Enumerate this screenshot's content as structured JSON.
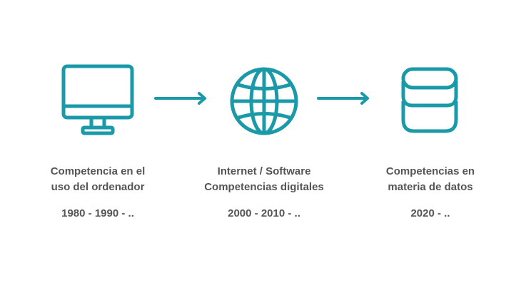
{
  "colors": {
    "accent": "#1a9aa8",
    "text": "#555555",
    "background": "#ffffff"
  },
  "stages": [
    {
      "icon": "monitor-icon",
      "title_lines": [
        "Competencia en el",
        "uso del ordenador"
      ],
      "years": "1980 - 1990 - .."
    },
    {
      "icon": "globe-icon",
      "title_lines": [
        "Internet / Software",
        "Competencias digitales"
      ],
      "years": "2000 - 2010 - .."
    },
    {
      "icon": "database-icon",
      "title_lines": [
        "Competencias en",
        "materia de datos"
      ],
      "years": "2020 - .."
    }
  ],
  "connectors": [
    "arrow-right-icon",
    "arrow-right-icon"
  ]
}
